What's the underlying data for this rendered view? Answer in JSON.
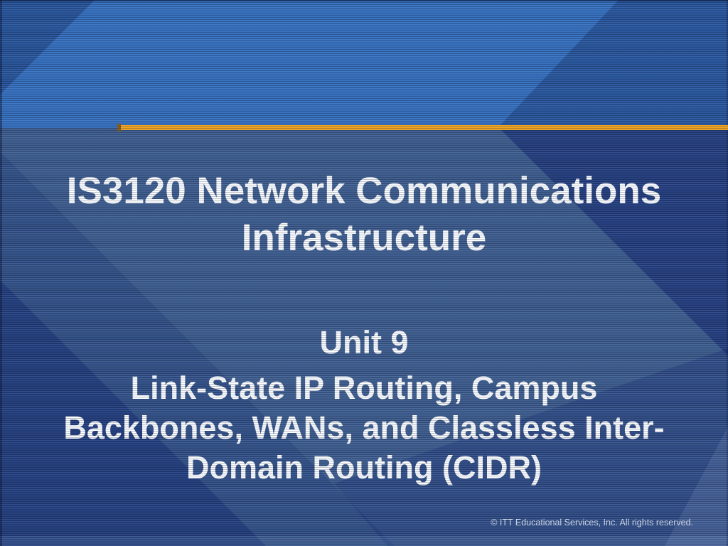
{
  "slide": {
    "title": {
      "lines": [
        "IS3120 Network Communications",
        "Infrastructure"
      ]
    },
    "subtitle": {
      "unit": "Unit 9",
      "lines": [
        "Link-State IP Routing, Campus",
        "Backbones, WANs, and Classless Inter-",
        "Domain Routing (CIDR)"
      ]
    },
    "footer": {
      "copyright": "© ITT Educational Services, Inc. All rights reserved."
    },
    "colors": {
      "accent_orange": "#F1A41E",
      "accent_nub": "#8A5C14",
      "top_blue": "#356FBC",
      "bottom_steel": "#3E5C8C",
      "navy_shadow": "#1C3E7E",
      "title_text": "#FFFFFF",
      "footer_text": "#D9E1EE"
    }
  }
}
